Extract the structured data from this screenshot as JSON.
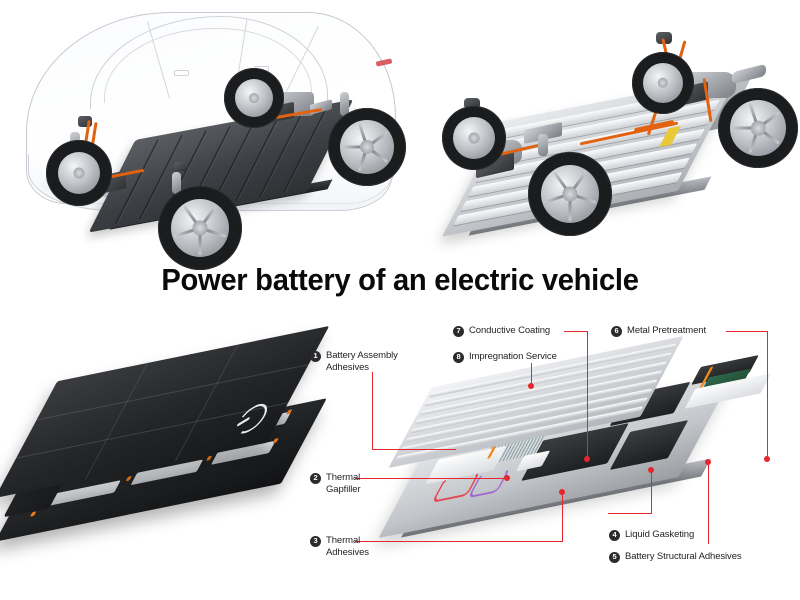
{
  "title": "Power battery of an electric vehicle",
  "figures": {
    "top_left": "ghosted-electric-car-with-battery-pack",
    "top_right": "ev-skateboard-chassis-with-battery-pack",
    "bottom_left": "black-battery-pack-with-lid-removed",
    "bottom_right": "silver-battery-pack-cutaway"
  },
  "colors": {
    "leader": "#e8262d",
    "bullet_bg": "#2b2b2b",
    "bullet_text": "#ffffff",
    "text": "#231f20",
    "background": "#ffffff",
    "hv_cable_orange": "#e2620f"
  },
  "callouts": [
    {
      "number": "1",
      "label": "Battery Assembly\nAdhesives"
    },
    {
      "number": "2",
      "label": "Thermal\nGapfiller"
    },
    {
      "number": "3",
      "label": "Thermal\nAdhesives"
    },
    {
      "number": "4",
      "label": "Liquid Gasketing"
    },
    {
      "number": "5",
      "label": "Battery Structural Adhesives"
    },
    {
      "number": "6",
      "label": "Metal Pretreatment"
    },
    {
      "number": "7",
      "label": "Conductive Coating"
    },
    {
      "number": "8",
      "label": "Impregnation Service"
    }
  ]
}
